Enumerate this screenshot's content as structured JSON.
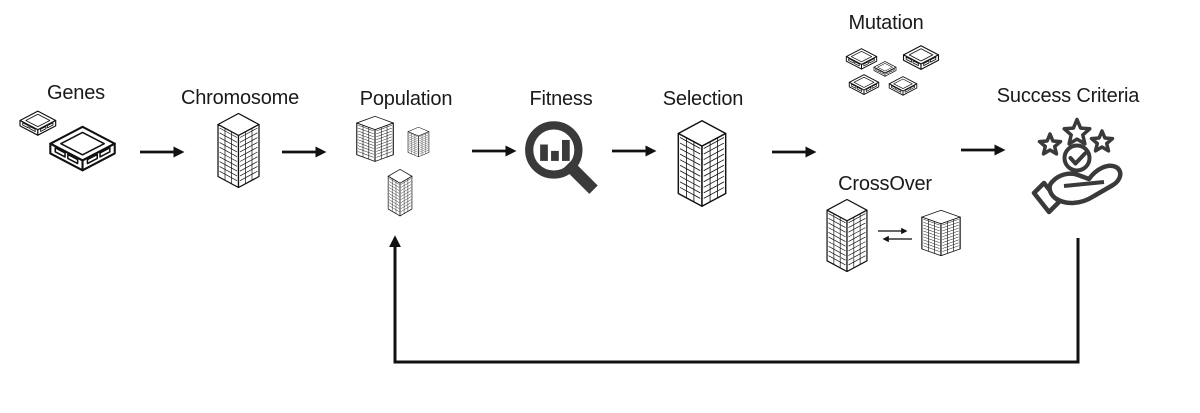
{
  "colors": {
    "ink": "#111111",
    "icon_gray": "#3a3a3a",
    "background": "#ffffff"
  },
  "nodes": {
    "genes": {
      "label": "Genes",
      "icon": "gene-chips-icon"
    },
    "chromosome": {
      "label": "Chromosome",
      "icon": "server-tower-icon"
    },
    "population": {
      "label": "Population",
      "icon": "server-towers-group-icon"
    },
    "fitness": {
      "label": "Fitness",
      "icon": "magnifier-bar-chart-icon"
    },
    "selection": {
      "label": "Selection",
      "icon": "server-tower-icon"
    },
    "mutation": {
      "label": "Mutation",
      "icon": "scattered-chips-icon"
    },
    "crossover": {
      "label": "CrossOver",
      "icon": "towers-exchange-icon"
    },
    "success_criteria": {
      "label": "Success Criteria",
      "icon": "hand-stars-check-icon"
    }
  },
  "connections": [
    {
      "from": "genes",
      "to": "chromosome",
      "style": "arrow-right"
    },
    {
      "from": "chromosome",
      "to": "population",
      "style": "arrow-right"
    },
    {
      "from": "population",
      "to": "fitness",
      "style": "arrow-right"
    },
    {
      "from": "fitness",
      "to": "selection",
      "style": "arrow-right"
    },
    {
      "from": "selection",
      "to": "mutation-crossover",
      "style": "arrow-right"
    },
    {
      "from": "mutation-crossover",
      "to": "success_criteria",
      "style": "arrow-right"
    },
    {
      "from": "success_criteria",
      "to": "population",
      "style": "feedback-loop-bottom"
    },
    {
      "from": "crossover-left-tower",
      "to": "crossover-right-tower",
      "style": "double-exchange-arrows"
    }
  ]
}
